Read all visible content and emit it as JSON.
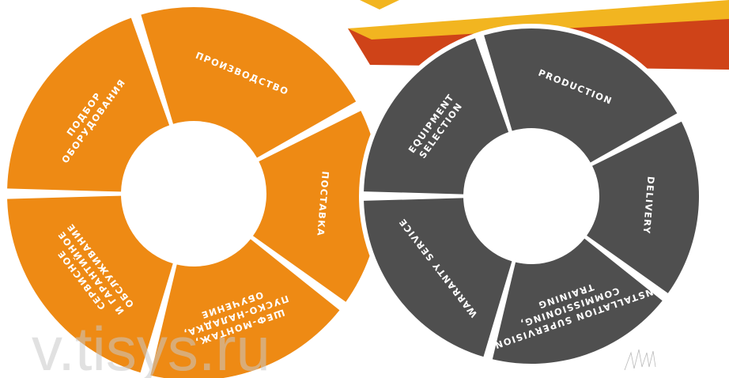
{
  "colors": {
    "orange": "#ee8a14",
    "dark": "#4f4f4f",
    "ribbon_yellow": "#f2b520",
    "ribbon_red": "#cf4318",
    "connector": "#e9e9e9"
  },
  "ru_wheel": {
    "segments": [
      {
        "id": "selection",
        "lines": [
          "ПОДБОР",
          "ОБОРУДОВАНИЯ"
        ]
      },
      {
        "id": "production",
        "lines": [
          "ПРОИЗВОДСТВО"
        ]
      },
      {
        "id": "delivery",
        "lines": [
          "ПОСТАВКА"
        ]
      },
      {
        "id": "commissioning",
        "lines": [
          "ШЕФ-МОНТАЖ,",
          "ПУСКО-НАЛАДКА,",
          "ОБУЧЕНИЕ"
        ]
      },
      {
        "id": "service",
        "lines": [
          "СЕРВИСНОЕ",
          "И ГАРАНТИЙНОЕ",
          "ОБСЛУЖИВАНИЕ"
        ]
      }
    ]
  },
  "en_wheel": {
    "segments": [
      {
        "id": "selection",
        "lines": [
          "EQUIPMENT",
          "SELECTION"
        ]
      },
      {
        "id": "production",
        "lines": [
          "PRODUCTION"
        ]
      },
      {
        "id": "delivery",
        "lines": [
          "DELIVERY"
        ]
      },
      {
        "id": "commissioning",
        "lines": [
          "INSTALLATION SUPERVISION,",
          "COMMISSIONING,",
          "TRAINING"
        ]
      },
      {
        "id": "service",
        "lines": [
          "WARRANTY SERVICE"
        ]
      }
    ]
  },
  "watermark": "v.tisys.ru"
}
